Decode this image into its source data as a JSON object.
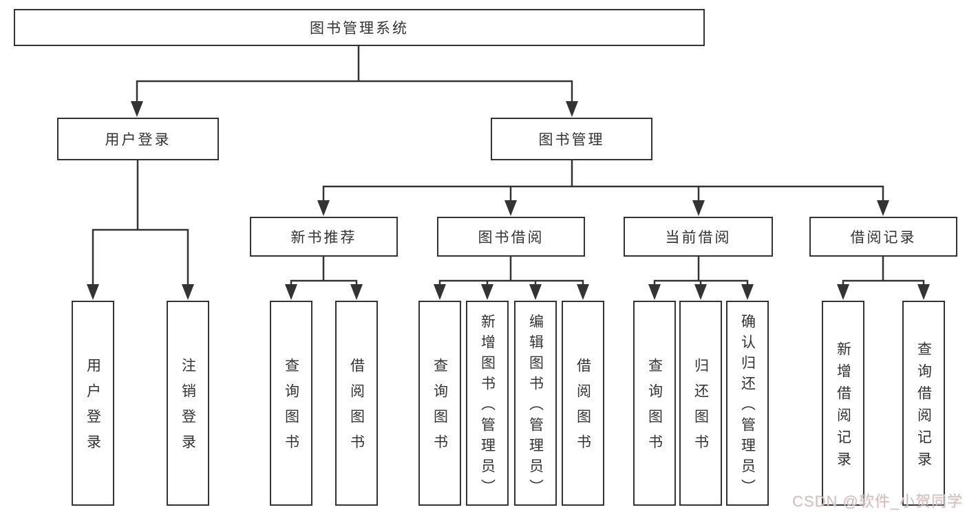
{
  "diagram": {
    "root": {
      "label": "图书管理系统"
    },
    "branches": [
      {
        "label": "用户登录",
        "children": [
          {
            "label": "用户登录"
          },
          {
            "label": "注销登录"
          }
        ]
      },
      {
        "label": "图书管理",
        "children": [
          {
            "label": "新书推荐",
            "children": [
              {
                "label": "查询图书"
              },
              {
                "label": "借阅图书"
              }
            ]
          },
          {
            "label": "图书借阅",
            "children": [
              {
                "label": "查询图书"
              },
              {
                "label": "新增图书（管理员）"
              },
              {
                "label": "编辑图书（管理员）"
              },
              {
                "label": "借阅图书"
              }
            ]
          },
          {
            "label": "当前借阅",
            "children": [
              {
                "label": "查询图书"
              },
              {
                "label": "归还图书"
              },
              {
                "label": "确认归还（管理员）"
              }
            ]
          },
          {
            "label": "借阅记录",
            "children": [
              {
                "label": "新增借阅记录"
              },
              {
                "label": "查询借阅记录"
              }
            ]
          }
        ]
      }
    ]
  },
  "watermark": {
    "text": "CSDN @软件_小贺同学"
  },
  "colors": {
    "line": "#333333",
    "box_border": "#333333",
    "text": "#333333",
    "watermark": "#c6c6c6",
    "background": "#ffffff"
  }
}
